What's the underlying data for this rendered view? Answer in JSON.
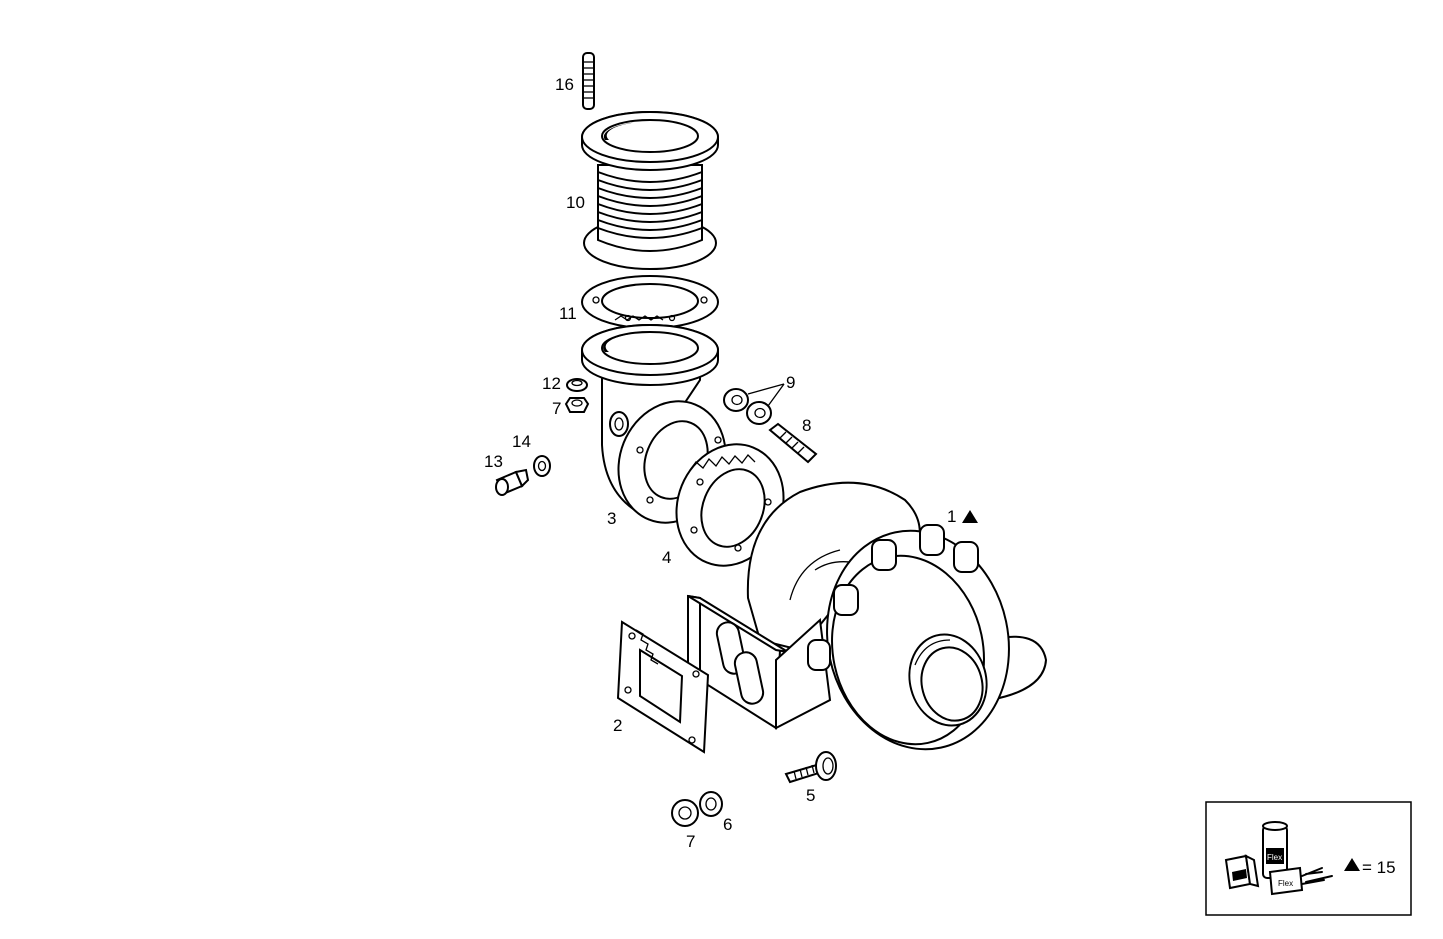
{
  "callouts": {
    "c1": "1",
    "c2": "2",
    "c3": "3",
    "c4": "4",
    "c5": "5",
    "c6": "6",
    "c7a": "7",
    "c7b": "7",
    "c8": "8",
    "c9": "9",
    "c10": "10",
    "c11": "11",
    "c12": "12",
    "c13": "13",
    "c14": "14",
    "c16": "16"
  },
  "legend": {
    "kit_text": "= 15",
    "kit_symbol": "triangle",
    "tube_text": "Flex",
    "box_text": "Flex"
  },
  "colors": {
    "line": "#000000",
    "background": "#ffffff"
  }
}
